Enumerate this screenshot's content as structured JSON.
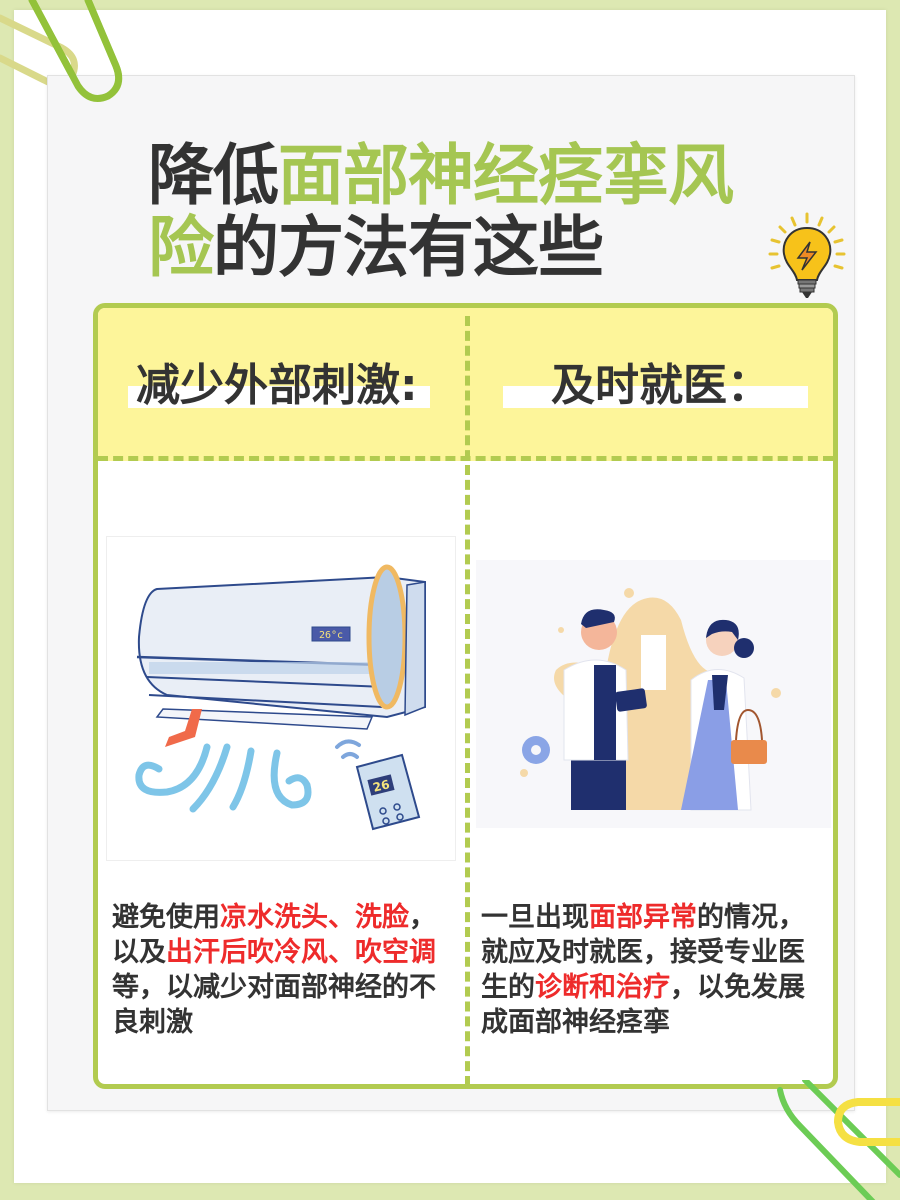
{
  "title": {
    "part1": "降低",
    "highlight1": "面部神经痉挛风",
    "highlight2": "险",
    "part2": "的方法有这些"
  },
  "columns": [
    {
      "heading": "减少外部刺激:",
      "image": "air-conditioner-illustration",
      "display_text": "26°c",
      "remote_text": "26",
      "desc": [
        {
          "text": "避免使用",
          "red": false
        },
        {
          "text": "凉水洗头、洗脸",
          "red": true
        },
        {
          "text": "，以及",
          "red": false
        },
        {
          "text": "出汗后吹冷风、吹空调",
          "red": true
        },
        {
          "text": "等，以减少对面部神经的不良刺激",
          "red": false
        }
      ]
    },
    {
      "heading": "及时就医：",
      "image": "doctors-illustration",
      "desc": [
        {
          "text": "一旦出现",
          "red": false
        },
        {
          "text": "面部异常",
          "red": true
        },
        {
          "text": "的情况，就应及时就医，接受专业医生的",
          "red": false
        },
        {
          "text": "诊断和治疗",
          "red": true
        },
        {
          "text": "，以免发展成面部神经痉挛",
          "red": false
        }
      ]
    }
  ],
  "colors": {
    "background": "#dde8b2",
    "accent_green": "#a5c652",
    "border_green": "#b2cb50",
    "header_yellow": "#fdf59a",
    "emphasis_red": "#ee2b2b",
    "text_dark": "#333333"
  },
  "icons": [
    "paperclip-icon",
    "lightbulb-icon"
  ]
}
